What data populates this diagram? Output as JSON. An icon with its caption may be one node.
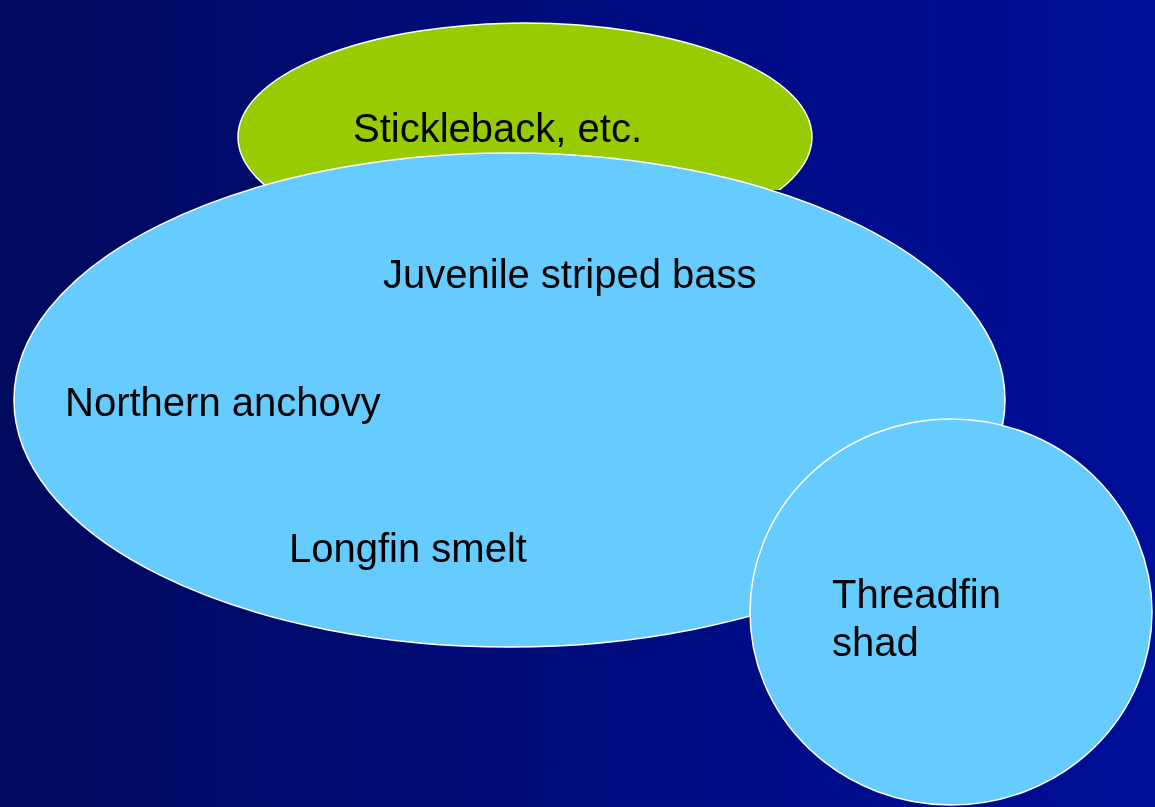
{
  "diagram": {
    "nodes": [
      {
        "text": [
          "Stickleback, etc."
        ]
      },
      {
        "text": [
          "Juvenile striped bass",
          "Northern anchovy",
          "Longfin smelt"
        ]
      },
      {
        "text": [
          "Threadfin shad"
        ]
      }
    ]
  }
}
